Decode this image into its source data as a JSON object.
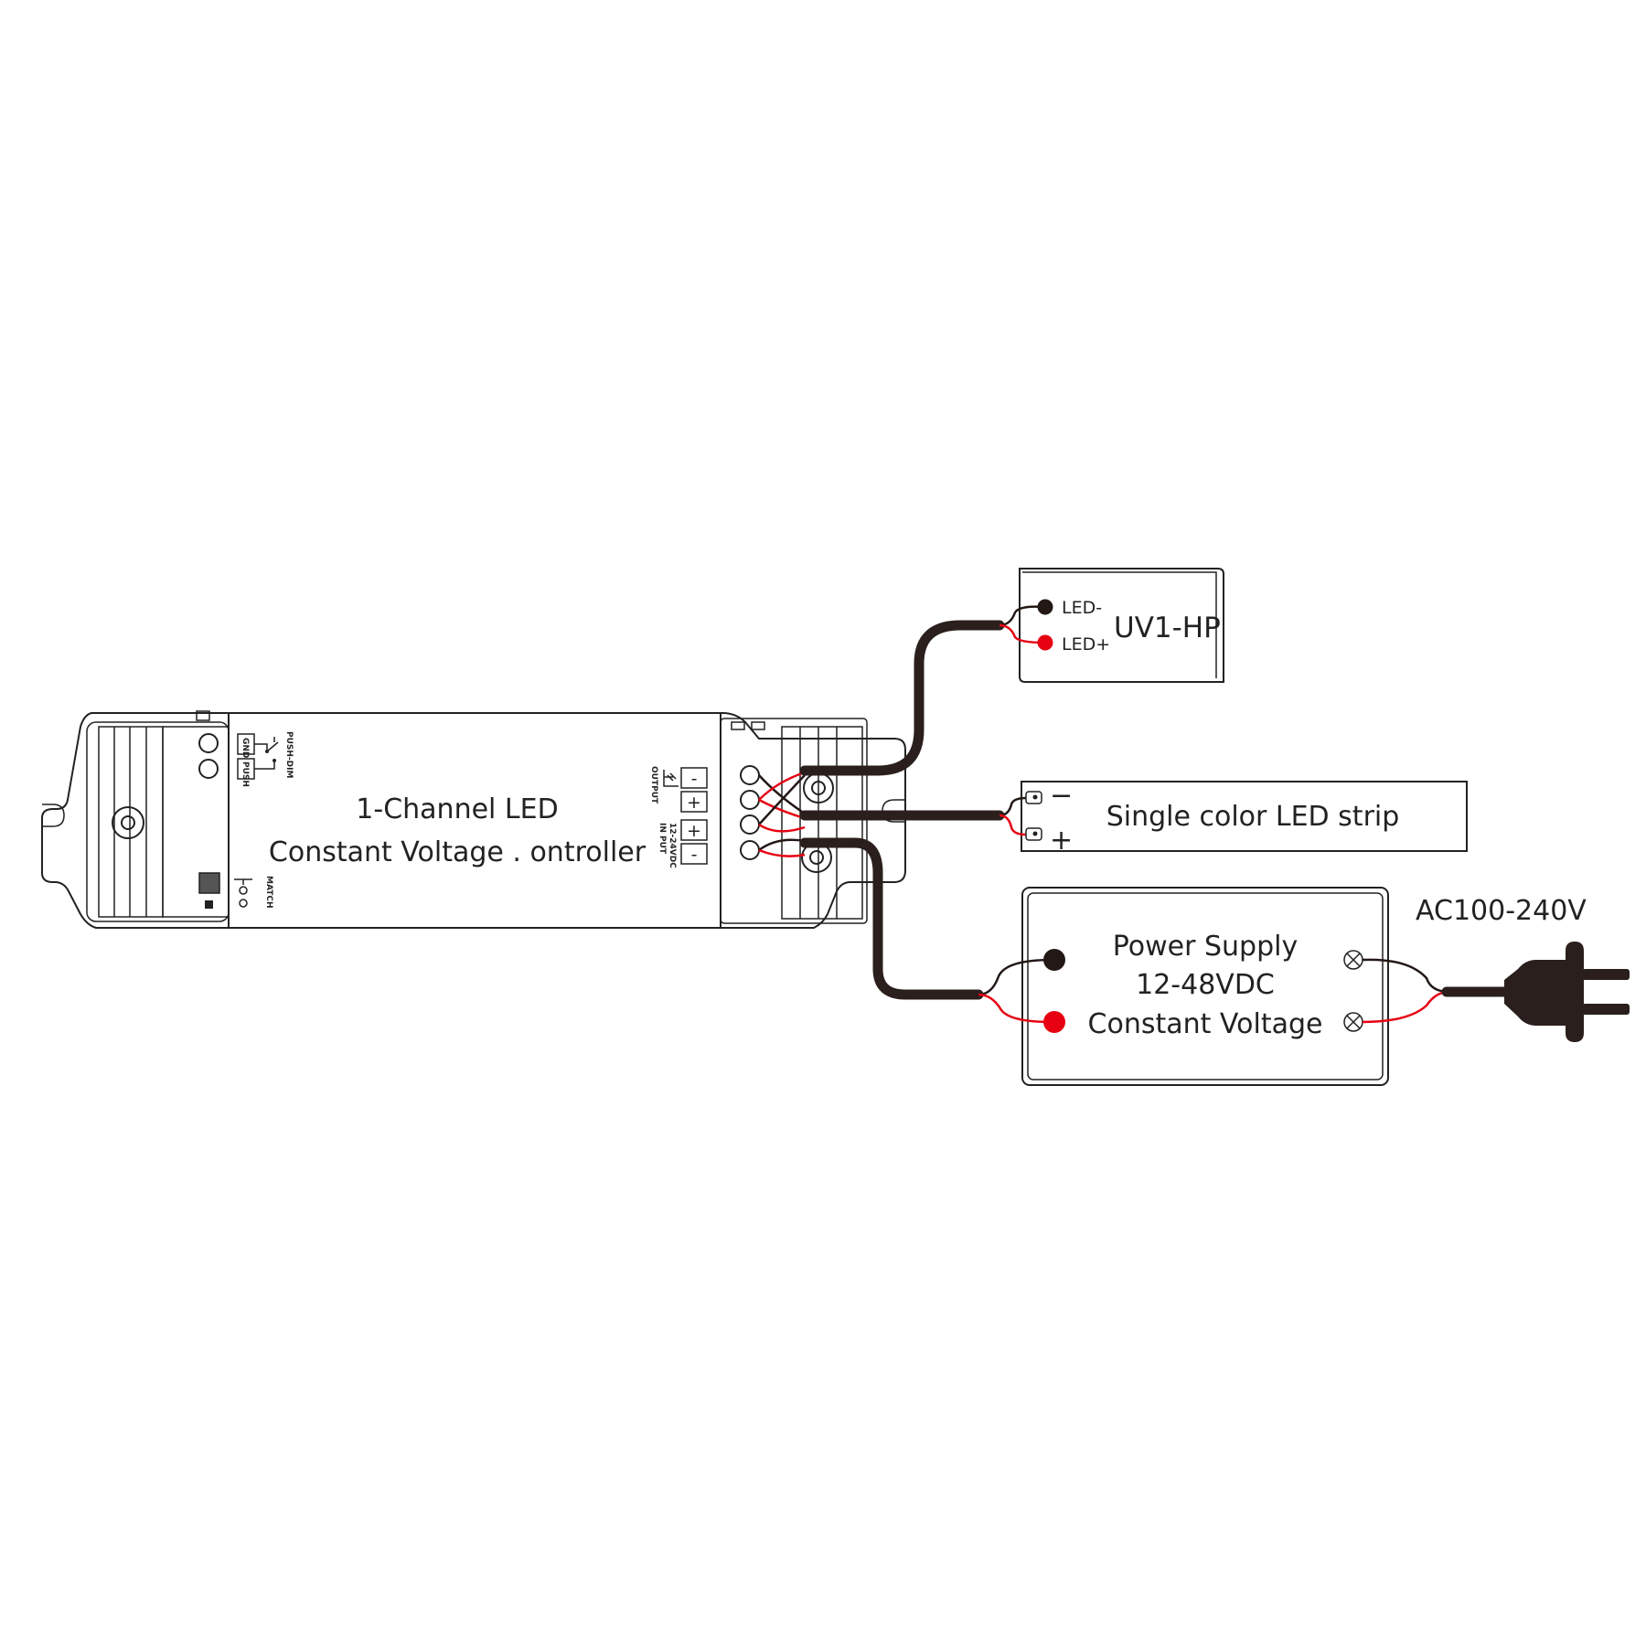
{
  "controller": {
    "title_line1": "1-Channel LED",
    "title_line2": "Constant Voltage  . ontroller",
    "push_dim_label": "PUSH-DIM",
    "gnd_label": "GND",
    "push_label": "PUSH",
    "match_label": "MATCH",
    "output_label": "OUTPUT",
    "input_label": "IN PUT",
    "input_voltage_label": "12-24VDC",
    "terminal_minus": "-",
    "terminal_plus": "+"
  },
  "remote_module": {
    "name": "UV1-HP",
    "led_minus": "LED-",
    "led_plus": "LED+"
  },
  "led_strip": {
    "label": "Single color LED strip",
    "minus_symbol": "−",
    "plus_symbol": "+"
  },
  "power_supply": {
    "line1": "Power Supply",
    "line2": "12-48VDC",
    "line3": "Constant Voltage",
    "ac_label": "AC100-240V"
  },
  "colors": {
    "negative_wire": "#231816",
    "positive_wire": "#e60012",
    "cable": "#2a1f1c"
  }
}
